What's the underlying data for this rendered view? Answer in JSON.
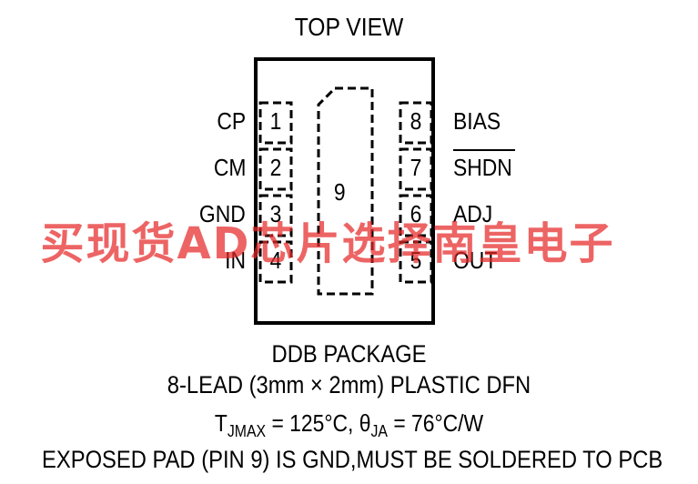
{
  "title": "TOP VIEW",
  "pins_left": [
    {
      "num": "1",
      "label": "CP"
    },
    {
      "num": "2",
      "label": "CM"
    },
    {
      "num": "3",
      "label": "GND"
    },
    {
      "num": "4",
      "label": "IN"
    }
  ],
  "pins_right": [
    {
      "num": "8",
      "label": "BIAS"
    },
    {
      "num": "7",
      "label": "SHDN"
    },
    {
      "num": "6",
      "label": "ADJ"
    },
    {
      "num": "5",
      "label": "OUT"
    }
  ],
  "exposed_pad": "9",
  "package_name": "DDB PACKAGE",
  "package_desc": "8-LEAD (3mm × 2mm) PLASTIC DFN",
  "thermal": {
    "tj_prefix": "T",
    "tj_sub": "JMAX",
    "tj_value": " = 125°C, ",
    "theta": "θ",
    "theta_sub": "JA",
    "theta_value": " = 76°C/W"
  },
  "note": "EXPOSED PAD (PIN 9) IS GND,MUST BE SOLDERED TO PCB",
  "watermark": "买现货AD芯片选择南皇电子",
  "colors": {
    "watermark": "#e62828",
    "line": "#000000"
  }
}
